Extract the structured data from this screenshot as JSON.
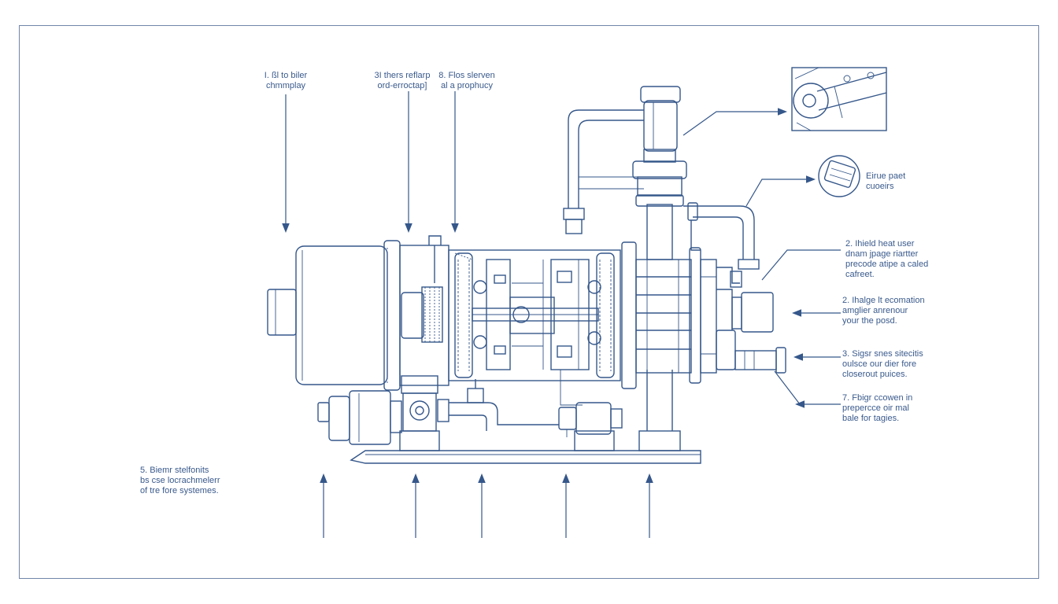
{
  "callouts": {
    "top_1": {
      "lines": [
        "I. ßl to biler",
        "chmmplay"
      ]
    },
    "top_2": {
      "lines": [
        "3I thers reflarp",
        "ord-erroctap]"
      ]
    },
    "top_3": {
      "lines": [
        "8. Flos slerven",
        "al a prophucy"
      ]
    },
    "right_top": {
      "lines": [
        "Eirue paet",
        "cuoeirs"
      ]
    },
    "right_2a": {
      "lines": [
        "2. Ihield heat user",
        "dnam jpage riartter",
        "precode atipe a caled",
        "cafreet."
      ]
    },
    "right_2b": {
      "lines": [
        "2. Ihalge lt ecomation",
        "amglier anrenour",
        "your the posd."
      ]
    },
    "right_3": {
      "lines": [
        "3. Sigsr snes sitecitis",
        "oulsce our dier fore",
        "closerout puices."
      ]
    },
    "right_7": {
      "lines": [
        "7. Fbigr ccowen in",
        "prepercce oir mal",
        "bale for tagies."
      ]
    },
    "left_5": {
      "lines": [
        "5. Biemr stelfonits",
        "bs cse locrachmelerr",
        "of tre fore systemes."
      ]
    }
  },
  "colors": {
    "ink": "#35578a",
    "text": "#3a5a8c",
    "frame": "#6f86a8",
    "background": "#ffffff"
  },
  "icons": [
    "detail-inset-valve",
    "detail-inset-gauge",
    "centrifugal-pump-assembly"
  ]
}
